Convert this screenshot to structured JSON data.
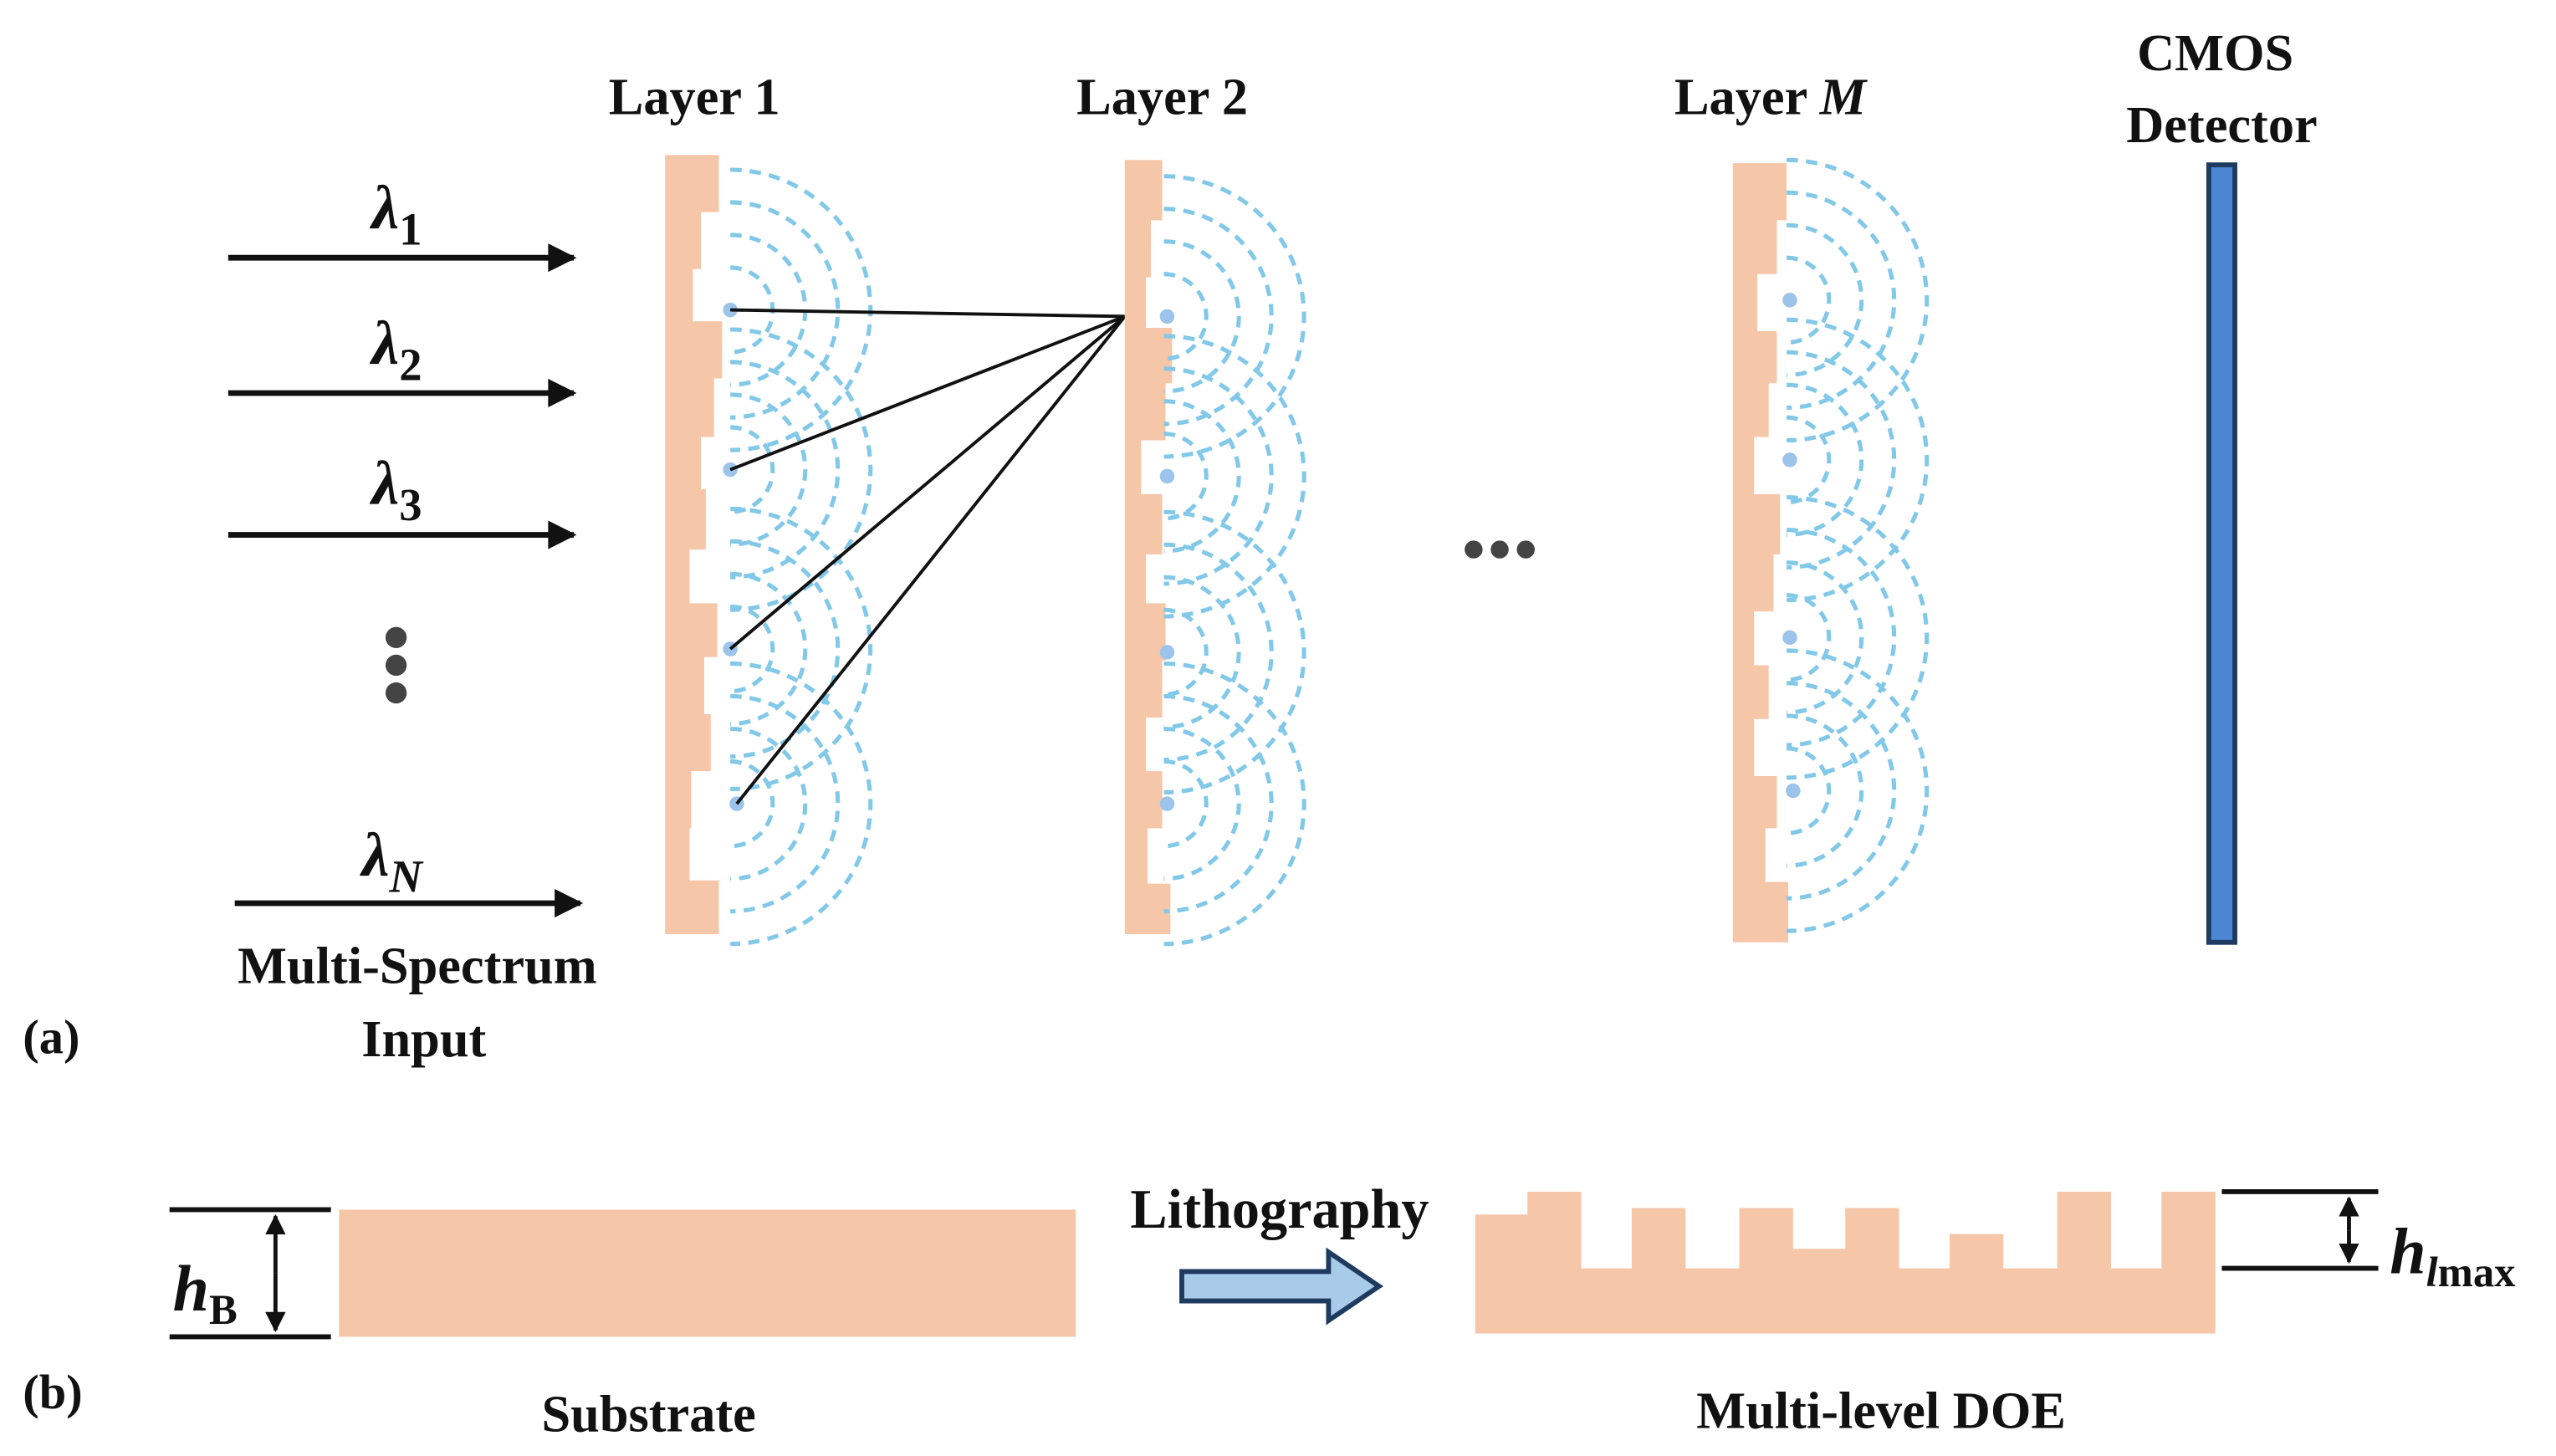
{
  "colors": {
    "doe": "#F5C6A8",
    "wave": "#82C8E8",
    "wave_dot": "#9CC4EA",
    "detector_fill": "#4A86D4",
    "detector_stroke": "#1E3A5F",
    "arrow_fill": "#A8CBEA",
    "arrow_stroke": "#1E3A5F",
    "ink": "#111111",
    "ellipsis": "#444444"
  },
  "panel_a": {
    "panel_label": "(a)",
    "inputs": [
      {
        "symbol": "λ",
        "sub": "1"
      },
      {
        "symbol": "λ",
        "sub": "2"
      },
      {
        "symbol": "λ",
        "sub": "3"
      },
      {
        "symbol": "λ",
        "sub": "N"
      }
    ],
    "input_caption": [
      "Multi-Spectrum",
      "Input"
    ],
    "layers": [
      {
        "name": "Layer 1",
        "suffix": ""
      },
      {
        "name": "Layer 2",
        "suffix": ""
      },
      {
        "name": "Layer ",
        "suffix": "M"
      }
    ],
    "between_layers": "•••",
    "detector_label": [
      "CMOS",
      "Detector"
    ]
  },
  "panel_b": {
    "panel_label": "(b)",
    "substrate_caption": "Substrate",
    "process_label": "Lithography",
    "doe_caption": "Multi-level DOE",
    "height_base": {
      "main": "h",
      "sub": "B"
    },
    "height_max": {
      "main": "h",
      "sub_italic": "l",
      "sub": "max"
    }
  }
}
